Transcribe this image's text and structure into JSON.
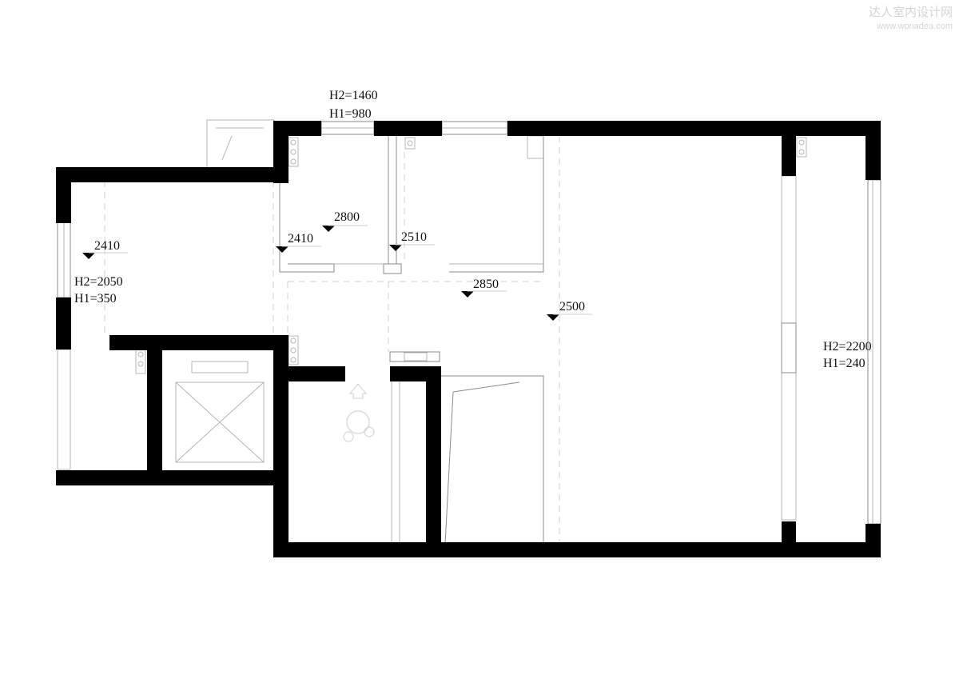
{
  "watermark": {
    "brand": "达人室内设计网",
    "url": "www.wonadea.com"
  },
  "window_labels": {
    "top_h2": "H2=1460",
    "top_h1": "H1=980",
    "left_h2": "H2=2050",
    "left_h1": "H1=350",
    "right_h2": "H2=2200",
    "right_h1": "H1=240"
  },
  "ceiling_heights": {
    "left_room": "2410",
    "bedroom_a": "2800",
    "bedroom_a_door": "2410",
    "bedroom_b_door": "2510",
    "hallway": "2850",
    "living_room": "2500"
  }
}
